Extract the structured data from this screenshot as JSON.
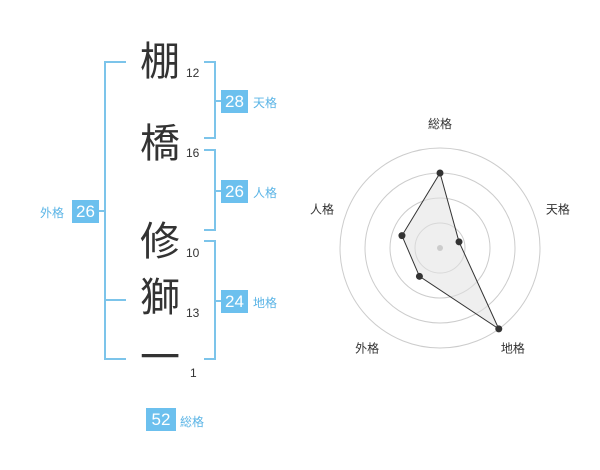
{
  "name": {
    "chars": [
      {
        "char": "棚",
        "strokes": "12"
      },
      {
        "char": "橋",
        "strokes": "16"
      },
      {
        "char": "修",
        "strokes": "10"
      },
      {
        "char": "獅",
        "strokes": "13"
      },
      {
        "char": "一",
        "strokes": "1"
      }
    ]
  },
  "fortune": {
    "tenkaku": {
      "value": "28",
      "label": "天格"
    },
    "jinkaku": {
      "value": "26",
      "label": "人格"
    },
    "chikaku": {
      "value": "24",
      "label": "地格"
    },
    "gaikaku": {
      "value": "26",
      "label": "外格"
    },
    "soukaku": {
      "value": "52",
      "label": "総格"
    }
  },
  "colors": {
    "accent": "#6cc0ee",
    "bracket": "#7cc4ea",
    "text": "#333333"
  },
  "chart_data": {
    "type": "radar",
    "axes": [
      "総格",
      "天格",
      "地格",
      "外格",
      "人格"
    ],
    "values": [
      0.75,
      0.2,
      1.0,
      0.35,
      0.4
    ],
    "range": [
      0,
      1
    ],
    "rings": 4,
    "grid": true
  }
}
